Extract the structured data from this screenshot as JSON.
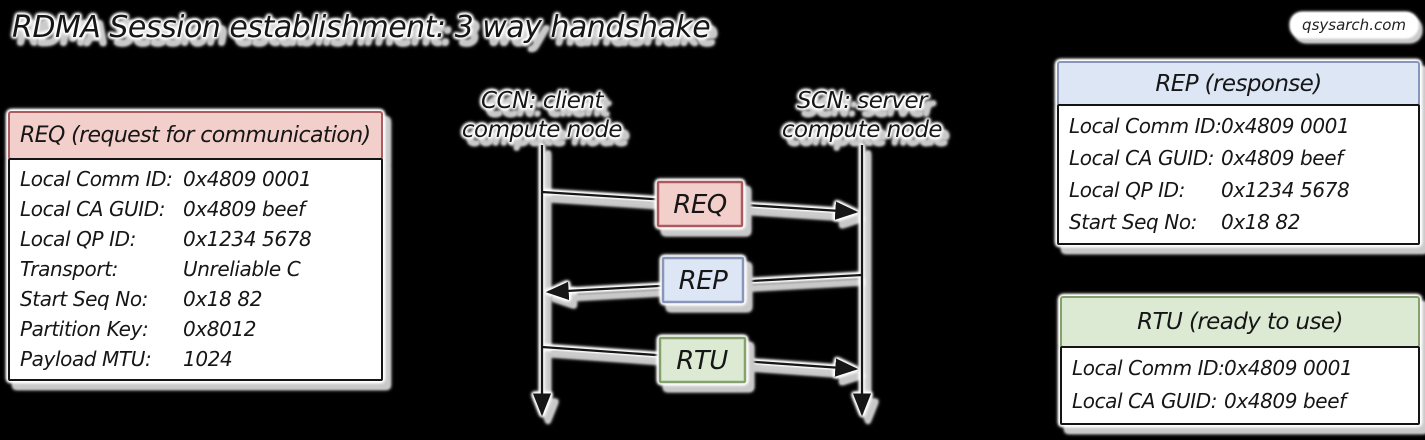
{
  "colors": {
    "background": "#000000",
    "ink": "#161616",
    "halo": "#ffffff",
    "shadow": "#c9c9c9",
    "pink_fill": "#f3cfcb",
    "pink_border": "#ad5a5f",
    "blue_fill": "#dde6f4",
    "blue_border": "#8995bb",
    "green_fill": "#dcead4",
    "green_border": "#85a26c"
  },
  "title": "RDMA Session establishment: 3 way handshake",
  "watermark": "qsysarch.com",
  "req_box": {
    "title": "REQ (request for communication)",
    "rows": [
      {
        "label": "Local Comm ID:",
        "value": "0x4809 0001"
      },
      {
        "label": "Local CA GUID:",
        "value": "0x4809 beef"
      },
      {
        "label": "Local QP ID:",
        "value": "0x1234 5678"
      },
      {
        "label": "Transport:",
        "value": "Unreliable C"
      },
      {
        "label": "Start Seq No:",
        "value": "0x18 82"
      },
      {
        "label": "Partition Key:",
        "value": "0x8012"
      },
      {
        "label": "Payload MTU:",
        "value": "1024"
      }
    ]
  },
  "rep_box": {
    "title": "REP (response)",
    "rows": [
      {
        "label": "Local Comm ID:",
        "value": "0x4809 0001"
      },
      {
        "label": "Local CA GUID:",
        "value": "0x4809 beef"
      },
      {
        "label": "Local QP ID:",
        "value": "0x1234 5678"
      },
      {
        "label": "Start Seq No:",
        "value": "0x18 82"
      }
    ]
  },
  "rtu_box": {
    "title": "RTU (ready to use)",
    "rows": [
      {
        "label": "Local Comm ID:",
        "value": "0x4809 0001"
      },
      {
        "label": "Local CA GUID:",
        "value": "0x4809 beef"
      }
    ]
  },
  "sequence": {
    "client": {
      "line1": "CCN: client",
      "line2": "compute node"
    },
    "server": {
      "line1": "SCN: server",
      "line2": "compute node"
    },
    "messages": [
      {
        "label": "REQ",
        "direction": "client-to-server"
      },
      {
        "label": "REP",
        "direction": "server-to-client"
      },
      {
        "label": "RTU",
        "direction": "client-to-server"
      }
    ]
  }
}
